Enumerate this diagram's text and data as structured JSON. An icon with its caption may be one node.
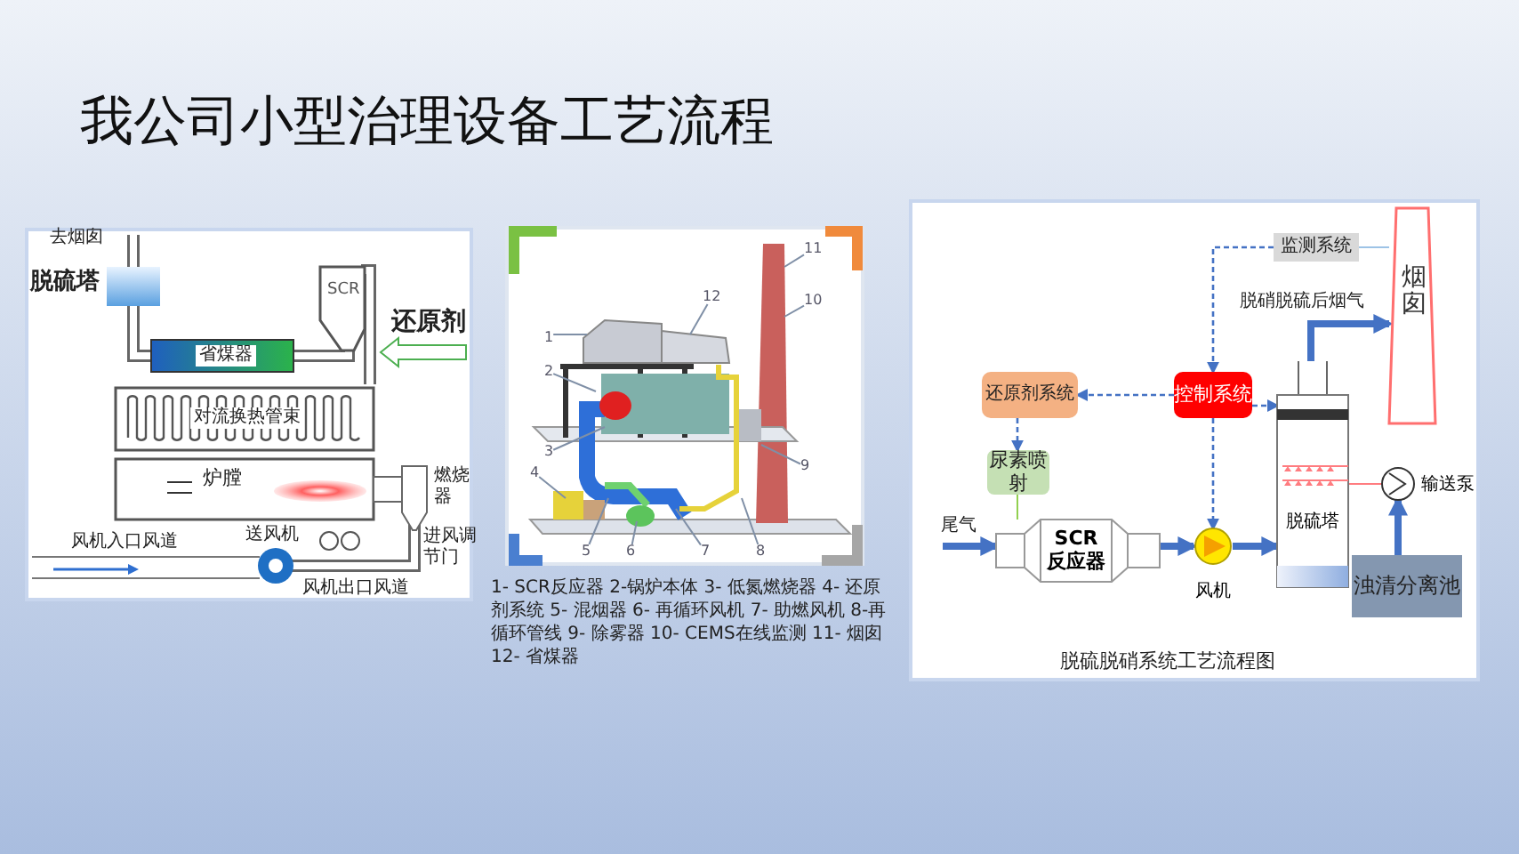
{
  "diagram": {
    "title": "我公司小型治理设备工艺流程",
    "nodes": [
      {
        "text": [
          "监测系统"
        ]
      },
      {
        "text": [
          "烟囱"
        ]
      },
      {
        "text": [
          "还原剂系统"
        ]
      },
      {
        "text": [
          "控制系统"
        ]
      },
      {
        "text": [
          "尿素喷射"
        ]
      },
      {
        "text": [
          "SCR 反应器"
        ]
      },
      {
        "text": [
          "风机"
        ]
      },
      {
        "text": [
          "脱硫塔"
        ]
      },
      {
        "text": [
          "输送泵"
        ]
      },
      {
        "text": [
          "浊清分离池"
        ]
      },
      {
        "text": [
          "1"
        ]
      },
      {
        "text": [
          "2"
        ]
      },
      {
        "text": [
          "3"
        ]
      },
      {
        "text": [
          "4"
        ]
      },
      {
        "text": [
          "5"
        ]
      },
      {
        "text": [
          "6"
        ]
      },
      {
        "text": [
          "7"
        ]
      },
      {
        "text": [
          "8"
        ]
      },
      {
        "text": [
          "9"
        ]
      },
      {
        "text": [
          "10"
        ]
      },
      {
        "text": [
          "11"
        ]
      },
      {
        "text": [
          "12"
        ]
      }
    ],
    "edges": [
      {
        "from": 0,
        "to": 3,
        "arrow": "to",
        "style": "dashed"
      },
      {
        "from": 0,
        "to": 1,
        "arrow": "none",
        "color": "#9dc3e6"
      },
      {
        "from": 3,
        "to": 2,
        "arrow": "to",
        "style": "dashed"
      },
      {
        "from": 3,
        "to": 7,
        "arrow": "to",
        "style": "dashed"
      },
      {
        "from": 3,
        "to": 6,
        "arrow": "to",
        "style": "dashed"
      },
      {
        "from": 2,
        "to": 4,
        "arrow": "to",
        "style": "dashed"
      },
      {
        "from": 4,
        "to": 5,
        "arrow": "none",
        "color": "#92d050"
      },
      {
        "from": null,
        "to": 5,
        "arrow": "to",
        "style": "thick",
        "label": "尾气"
      },
      {
        "from": 5,
        "to": 6,
        "arrow": "to",
        "style": "thick"
      },
      {
        "from": 6,
        "to": 7,
        "arrow": "to",
        "style": "thick"
      },
      {
        "from": 7,
        "to": 1,
        "arrow": "to",
        "style": "thick",
        "label": "脱硝脱硫后烟气"
      },
      {
        "from": 8,
        "to": 7,
        "arrow": "none",
        "color": "#ff7c80"
      },
      {
        "from": 9,
        "to": 8,
        "arrow": "to",
        "style": "thick"
      },
      {
        "from": 10,
        "to": null,
        "arrow": "none",
        "color": "#7f8fa6"
      },
      {
        "from": 11,
        "to": null,
        "arrow": "none",
        "color": "#7f8fa6"
      },
      {
        "from": 12,
        "to": null,
        "arrow": "none",
        "color": "#7f8fa6"
      },
      {
        "from": 13,
        "to": null,
        "arrow": "none",
        "color": "#7f8fa6"
      },
      {
        "from": 14,
        "to": null,
        "arrow": "none",
        "color": "#7f8fa6"
      },
      {
        "from": 15,
        "to": null,
        "arrow": "none",
        "color": "#7f8fa6"
      },
      {
        "from": 16,
        "to": null,
        "arrow": "none",
        "color": "#7f8fa6"
      },
      {
        "from": 17,
        "to": null,
        "arrow": "none",
        "color": "#7f8fa6"
      },
      {
        "from": 18,
        "to": null,
        "arrow": "none",
        "color": "#7f8fa6"
      },
      {
        "from": 19,
        "to": null,
        "arrow": "none",
        "color": "#7f8fa6"
      },
      {
        "from": 20,
        "to": null,
        "arrow": "none",
        "color": "#7f8fa6"
      },
      {
        "from": 21,
        "to": null,
        "arrow": "none",
        "color": "#7f8fa6"
      }
    ],
    "labels": [
      "去烟囱",
      "脱硫塔",
      "SCR",
      "还原剂",
      "省煤器",
      "对流换热管束",
      "炉膛",
      "燃烧器",
      "送风机",
      "进风调节门",
      "风机入口风道",
      "风机出口风道",
      "1- SCR反应器 2-锅炉本体 3- 低氮燃烧器 4- 还原剂系统 5- 混烟器 6- 再循环风机 7- 助燃风机 8-再循环管线 9- 除雾器 10- CEMS在线监测 11- 烟囱 12- 省煤器",
      "脱硫脱硝系统工艺流程图"
    ]
  }
}
